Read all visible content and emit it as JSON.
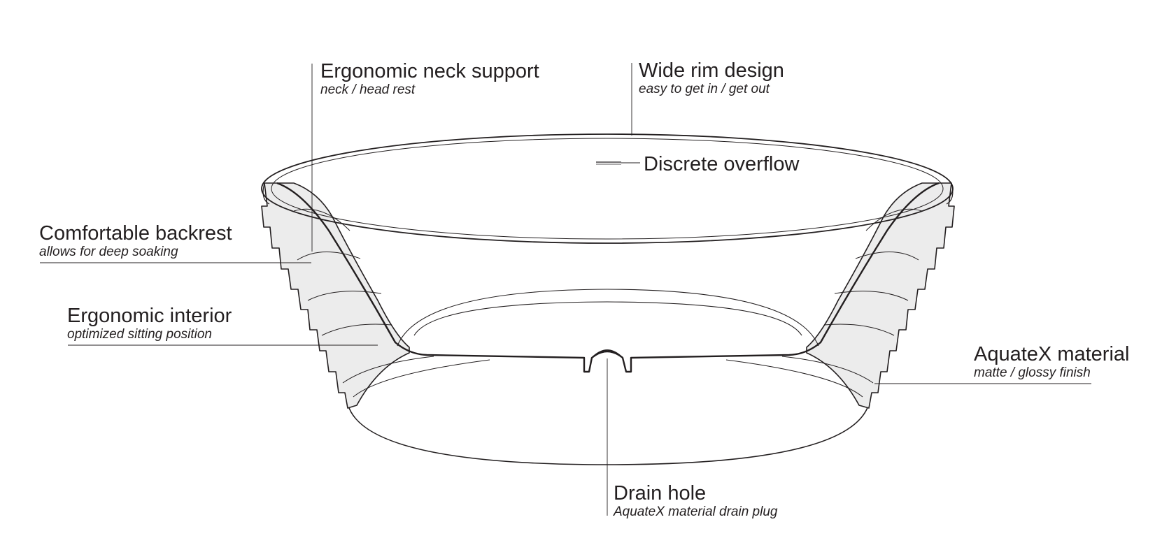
{
  "callouts": {
    "neck": {
      "title": "Ergonomic neck support",
      "subtitle": "neck / head rest"
    },
    "rim": {
      "title": "Wide rim design",
      "subtitle": "easy to get in / get out"
    },
    "overflow": {
      "title": "Discrete overflow"
    },
    "backrest": {
      "title": "Comfortable backrest",
      "subtitle": "allows for deep soaking"
    },
    "interior": {
      "title": "Ergonomic interior",
      "subtitle": "optimized sitting position"
    },
    "material": {
      "title": "AquateX material",
      "subtitle": "matte / glossy finish"
    },
    "drain": {
      "title": "Drain hole",
      "subtitle": "AquateX material drain plug"
    }
  },
  "colors": {
    "line": "#231f20",
    "fill": "#ececec",
    "background": "#ffffff"
  }
}
